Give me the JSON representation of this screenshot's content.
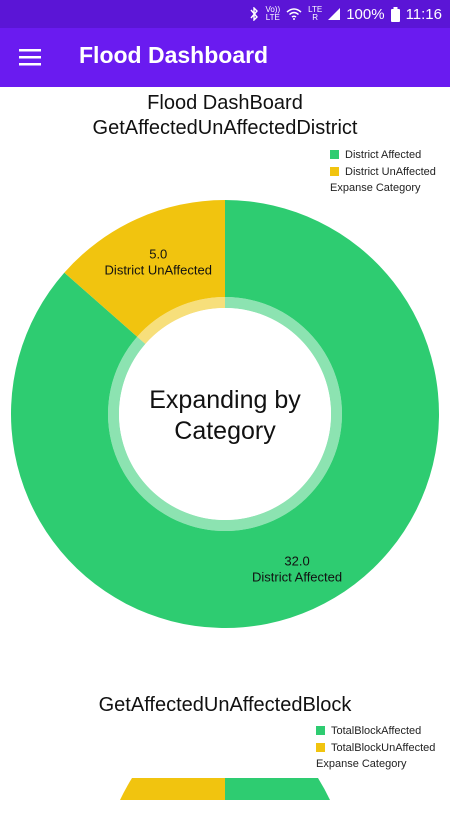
{
  "status_bar": {
    "icons": [
      "bluetooth-icon",
      "volte-icon",
      "wifi-icon",
      "lte-signal-icon",
      "battery-icon"
    ],
    "volte_top": "Vo))",
    "volte_bottom": "LTE",
    "lte_label": "LTE",
    "lte_sub": "R",
    "battery": "100%",
    "time": "11:16"
  },
  "app_bar": {
    "title": "Flood Dashboard",
    "menu_icon": "hamburger-menu-icon"
  },
  "colors": {
    "affected": "#2ecc71",
    "unaffected": "#f1c40f",
    "app_bar": "#6a1bf0",
    "status_bar": "#5b15d6"
  },
  "chart_data": [
    {
      "type": "pie",
      "title": "Flood DashBoard",
      "subtitle": "GetAffectedUnAffectedDistrict",
      "center_text": [
        "Expanding by",
        "Category"
      ],
      "legend": {
        "entries": [
          "District Affected",
          "District UnAffected"
        ],
        "category_label": "Expanse Category",
        "placement": "top-right"
      },
      "slices": [
        {
          "label": "District Affected",
          "value": 32.0,
          "value_text": "32.0",
          "color": "#2ecc71"
        },
        {
          "label": "District UnAffected",
          "value": 5.0,
          "value_text": "5.0",
          "color": "#f1c40f"
        }
      ]
    },
    {
      "type": "pie",
      "title": "GetAffectedUnAffectedBlock",
      "legend": {
        "entries": [
          "TotalBlockAffected",
          "TotalBlockUnAffected"
        ],
        "category_label": "Expanse Category",
        "placement": "top-right"
      }
    }
  ]
}
